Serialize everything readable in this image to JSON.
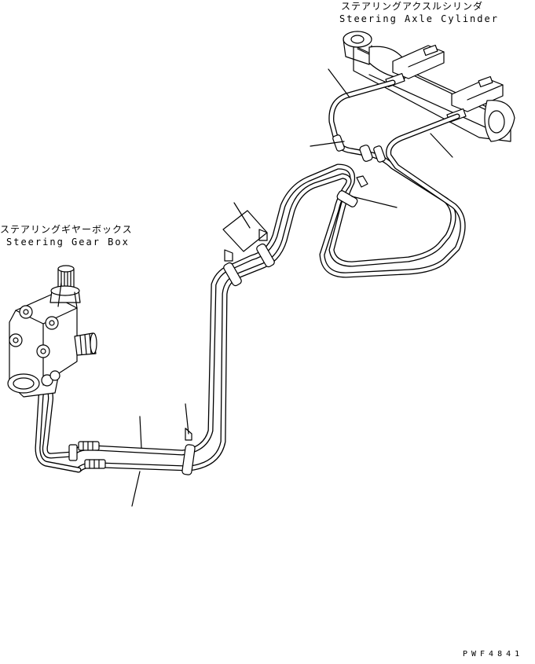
{
  "labels": {
    "axle_cylinder_jp": "ステアリングアクスルシリンダ",
    "axle_cylinder_en": "Steering Axle Cylinder",
    "gear_box_jp": "ステアリングギヤーボックス",
    "gear_box_en": "Steering Gear Box",
    "drawing_code": "PWF4841"
  },
  "colors": {
    "line": "#000000",
    "background": "#ffffff"
  }
}
